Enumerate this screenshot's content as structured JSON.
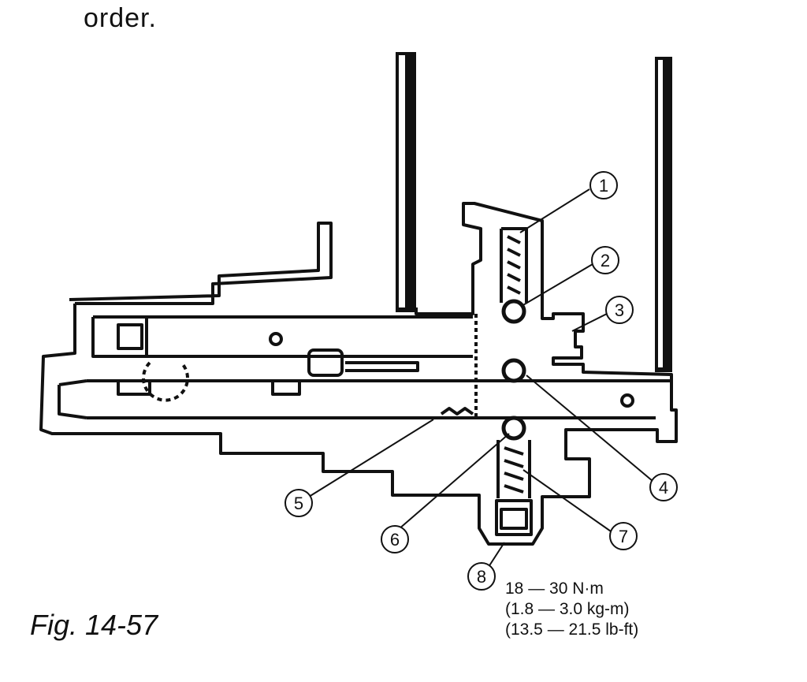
{
  "header_text": "order.",
  "figure_caption": "Fig. 14-57",
  "callouts": [
    "1",
    "2",
    "3",
    "4",
    "5",
    "6",
    "7",
    "8"
  ],
  "torque_spec": {
    "metric": "18 — 30 N·m",
    "kgm": "(1.8 — 3.0 kg-m)",
    "imperial": "(13.5 — 21.5 lb-ft)"
  }
}
